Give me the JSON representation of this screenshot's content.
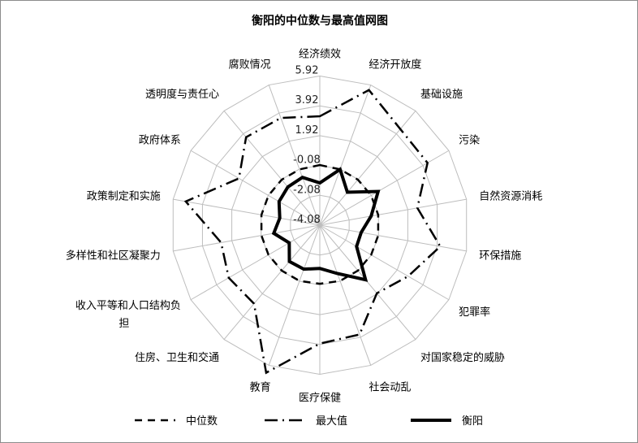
{
  "chart_data": {
    "type": "radar",
    "title": "衡阳的中位数与最高值网图",
    "categories": [
      "经济绩效",
      "经济开放度",
      "基础设施",
      "污染",
      "自然资源消耗",
      "环保措施",
      "犯罪率",
      "对国家稳定的威胁",
      "社会动乱",
      "医疗保健",
      "教育",
      "住房、卫生和交通",
      "收入平等和人口结构负担",
      "多样性和社区凝聚力",
      "政策制定和实施",
      "政府体系",
      "透明度与责任心",
      "腐败情况"
    ],
    "rlim": [
      -4.08,
      5.92
    ],
    "ticks": [
      "5.92",
      "3.92",
      "1.92",
      "-0.08",
      "-2.08",
      "-4.08"
    ],
    "tick_values": [
      5.92,
      3.92,
      1.92,
      -0.08,
      -2.08,
      -4.08
    ],
    "grid": true,
    "legend_position": "bottom",
    "series": [
      {
        "name": "中位数",
        "style": "dashed",
        "values": [
          -0.05,
          -0.1,
          -0.1,
          -0.1,
          -0.1,
          -0.1,
          -0.1,
          -0.1,
          -0.1,
          -0.15,
          -0.1,
          -0.1,
          -0.1,
          -0.1,
          -0.1,
          -0.1,
          -0.1,
          -0.1
        ]
      },
      {
        "name": "最大值",
        "style": "dash-dot",
        "values": [
          3.22,
          5.56,
          4.33,
          4.27,
          2.57,
          4.13,
          2.77,
          1.88,
          3.72,
          3.86,
          6.45,
          2.79,
          2.98,
          2.65,
          5.06,
          2.19,
          3.62,
          3.57
        ]
      },
      {
        "name": "衡阳",
        "style": "solid",
        "values": [
          -1.25,
          -0.1,
          -1.2,
          0.44,
          -0.58,
          -1.26,
          -1.23,
          0.7,
          -0.63,
          -1.18,
          -0.94,
          -0.9,
          -1.71,
          -0.94,
          -1.35,
          -0.92,
          -0.74,
          -0.67
        ]
      }
    ]
  }
}
